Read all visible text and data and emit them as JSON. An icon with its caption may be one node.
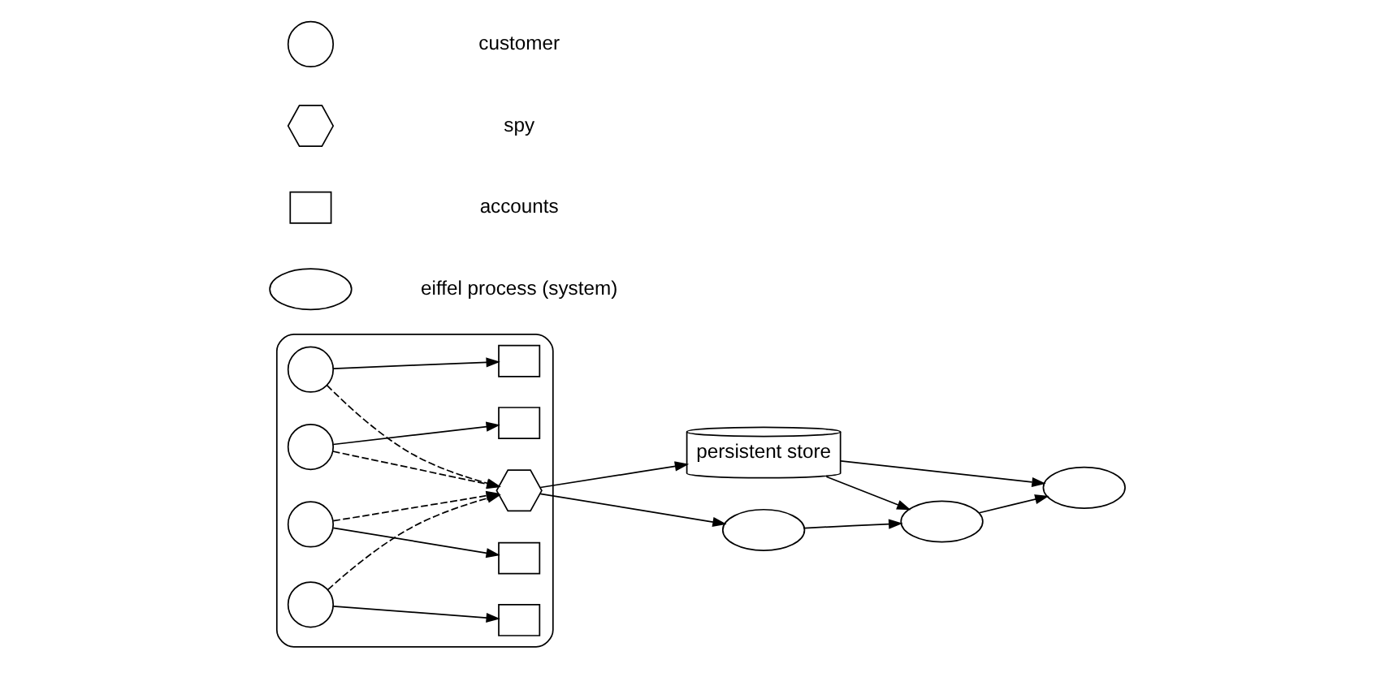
{
  "diagram": {
    "nodes": [
      {
        "text": [],
        "shape": "ellipse"
      },
      {
        "text": [],
        "shape": "box",
        "in": 0
      },
      {
        "text": [],
        "shape": "circle",
        "in": 0
      },
      {
        "text": [],
        "shape": "hexagon",
        "in": 0
      },
      {
        "text": [],
        "shape": "circle",
        "in": 0
      },
      {
        "text": [],
        "shape": "box",
        "in": 0
      },
      {
        "text": [],
        "shape": "box",
        "in": 0
      },
      {
        "text": [],
        "shape": "circle",
        "in": 0
      },
      {
        "text": [],
        "shape": "circle",
        "in": 0
      },
      {
        "text": [],
        "shape": "box",
        "in": 0
      },
      {
        "text": [
          "persistent store"
        ]
      },
      {
        "text": [],
        "shape": "ellipse"
      },
      {
        "text": [],
        "shape": "ellipse"
      },
      {
        "text": [],
        "shape": "ellipse"
      },
      {
        "text": [],
        "shape": "circle"
      },
      {
        "text": [],
        "shape": "hexagon"
      },
      {
        "text": [],
        "shape": "box"
      },
      {
        "text": [],
        "shape": "ellipse"
      }
    ],
    "edges": [
      {
        "from": 2,
        "to": 1,
        "arrow": "to"
      },
      {
        "from": 2,
        "to": 3,
        "arrow": "to",
        "style": "dashed"
      },
      {
        "from": 4,
        "to": 5,
        "arrow": "to"
      },
      {
        "from": 4,
        "to": 3,
        "arrow": "to",
        "style": "dashed"
      },
      {
        "from": 7,
        "to": 6,
        "arrow": "to"
      },
      {
        "from": 7,
        "to": 3,
        "arrow": "to",
        "style": "dashed"
      },
      {
        "from": 8,
        "to": 9,
        "arrow": "to"
      },
      {
        "from": 8,
        "to": 3,
        "arrow": "to",
        "style": "dashed"
      },
      {
        "from": 3,
        "to": 10,
        "arrow": "to"
      },
      {
        "from": 3,
        "to": 13,
        "arrow": "to"
      },
      {
        "from": 10,
        "to": 11,
        "arrow": "to"
      },
      {
        "from": 10,
        "to": 12,
        "arrow": "to"
      },
      {
        "from": 12,
        "to": 11,
        "arrow": "to"
      },
      {
        "from": 13,
        "to": 12,
        "arrow": "to"
      }
    ],
    "legend": [
      {
        "text": "customer"
      },
      {
        "text": "spy"
      },
      {
        "text": "accounts"
      },
      {
        "text": "eiffel process (system)"
      }
    ]
  }
}
